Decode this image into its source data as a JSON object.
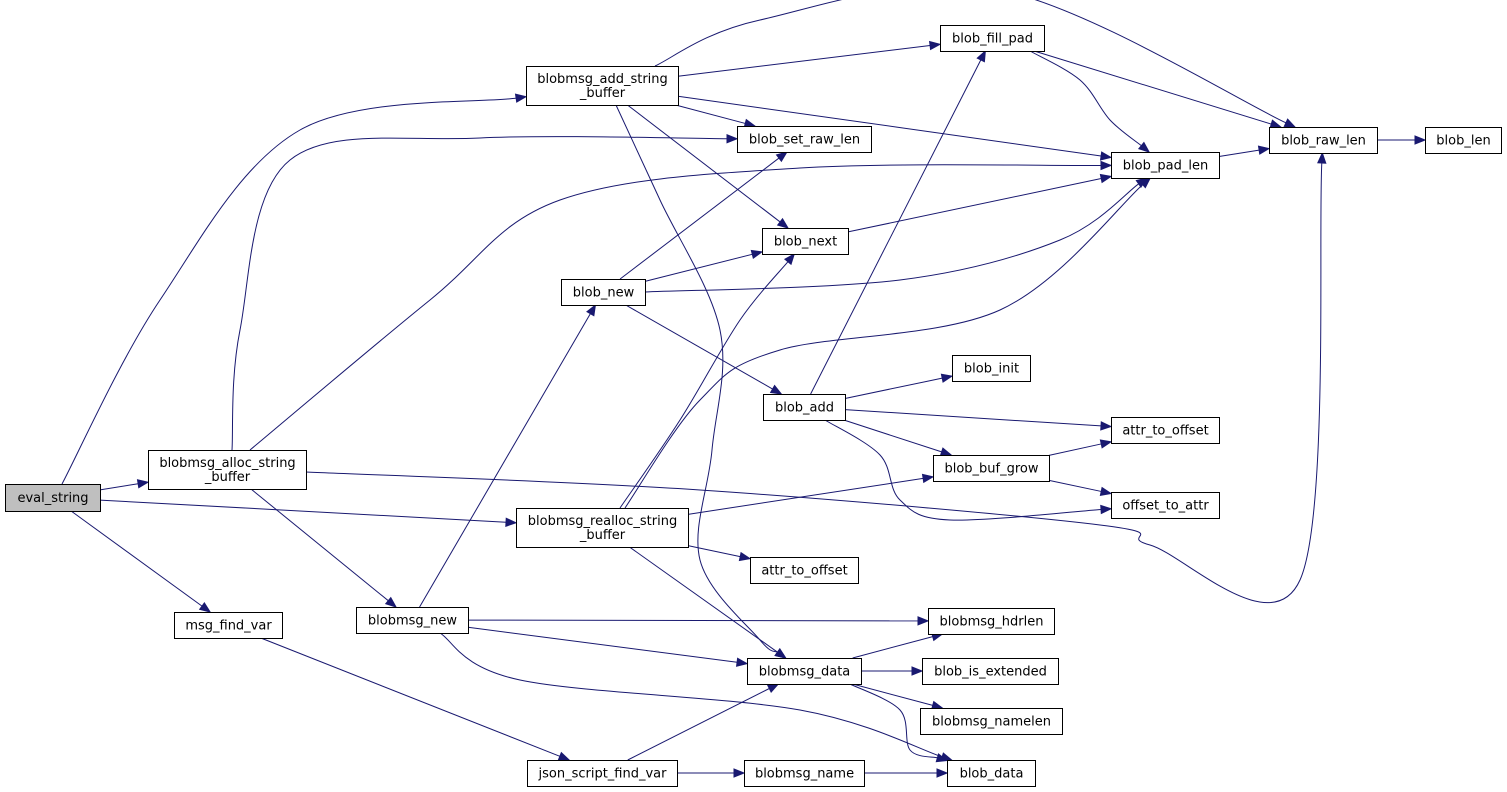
{
  "graph": {
    "nodes": [
      {
        "id": "eval_string",
        "label": [
          "eval_string"
        ],
        "root": true
      },
      {
        "id": "blobmsg_add_string_buffer",
        "label": [
          "blobmsg_add_string",
          "_buffer"
        ]
      },
      {
        "id": "blobmsg_alloc_string_buffer",
        "label": [
          "blobmsg_alloc_string",
          "_buffer"
        ]
      },
      {
        "id": "blobmsg_realloc_string_buffer",
        "label": [
          "blobmsg_realloc_string",
          "_buffer"
        ]
      },
      {
        "id": "msg_find_var",
        "label": [
          "msg_find_var"
        ]
      },
      {
        "id": "blobmsg_new",
        "label": [
          "blobmsg_new"
        ]
      },
      {
        "id": "json_script_find_var",
        "label": [
          "json_script_find_var"
        ]
      },
      {
        "id": "blob_new",
        "label": [
          "blob_new"
        ]
      },
      {
        "id": "blob_set_raw_len",
        "label": [
          "blob_set_raw_len"
        ]
      },
      {
        "id": "blob_next",
        "label": [
          "blob_next"
        ]
      },
      {
        "id": "blob_add",
        "label": [
          "blob_add"
        ]
      },
      {
        "id": "attr_to_offset_2",
        "label": [
          "attr_to_offset"
        ]
      },
      {
        "id": "blobmsg_data",
        "label": [
          "blobmsg_data"
        ]
      },
      {
        "id": "blobmsg_name",
        "label": [
          "blobmsg_name"
        ]
      },
      {
        "id": "blob_fill_pad",
        "label": [
          "blob_fill_pad"
        ]
      },
      {
        "id": "blob_init",
        "label": [
          "blob_init"
        ]
      },
      {
        "id": "blob_buf_grow",
        "label": [
          "blob_buf_grow"
        ]
      },
      {
        "id": "blobmsg_hdrlen",
        "label": [
          "blobmsg_hdrlen"
        ]
      },
      {
        "id": "blob_is_extended",
        "label": [
          "blob_is_extended"
        ]
      },
      {
        "id": "blobmsg_namelen",
        "label": [
          "blobmsg_namelen"
        ]
      },
      {
        "id": "blob_data",
        "label": [
          "blob_data"
        ]
      },
      {
        "id": "blob_pad_len",
        "label": [
          "blob_pad_len"
        ]
      },
      {
        "id": "attr_to_offset",
        "label": [
          "attr_to_offset"
        ]
      },
      {
        "id": "offset_to_attr",
        "label": [
          "offset_to_attr"
        ]
      },
      {
        "id": "blob_raw_len",
        "label": [
          "blob_raw_len"
        ]
      },
      {
        "id": "blob_len",
        "label": [
          "blob_len"
        ]
      }
    ],
    "edges": [
      {
        "from": "eval_string",
        "to": "blobmsg_add_string_buffer"
      },
      {
        "from": "eval_string",
        "to": "blobmsg_alloc_string_buffer"
      },
      {
        "from": "eval_string",
        "to": "blobmsg_realloc_string_buffer"
      },
      {
        "from": "eval_string",
        "to": "msg_find_var"
      },
      {
        "from": "blobmsg_add_string_buffer",
        "to": "blob_fill_pad"
      },
      {
        "from": "blobmsg_add_string_buffer",
        "to": "blob_raw_len"
      },
      {
        "from": "blobmsg_add_string_buffer",
        "to": "blob_pad_len"
      },
      {
        "from": "blobmsg_add_string_buffer",
        "to": "blob_set_raw_len"
      },
      {
        "from": "blobmsg_add_string_buffer",
        "to": "blob_next"
      },
      {
        "from": "blobmsg_add_string_buffer",
        "to": "blobmsg_data"
      },
      {
        "from": "blobmsg_alloc_string_buffer",
        "to": "blob_set_raw_len"
      },
      {
        "from": "blobmsg_alloc_string_buffer",
        "to": "blob_pad_len"
      },
      {
        "from": "blobmsg_alloc_string_buffer",
        "to": "blob_raw_len"
      },
      {
        "from": "blobmsg_alloc_string_buffer",
        "to": "blobmsg_new"
      },
      {
        "from": "blobmsg_realloc_string_buffer",
        "to": "blob_next"
      },
      {
        "from": "blobmsg_realloc_string_buffer",
        "to": "blob_pad_len"
      },
      {
        "from": "blobmsg_realloc_string_buffer",
        "to": "blob_buf_grow"
      },
      {
        "from": "blobmsg_realloc_string_buffer",
        "to": "attr_to_offset_2"
      },
      {
        "from": "blobmsg_realloc_string_buffer",
        "to": "blobmsg_data"
      },
      {
        "from": "msg_find_var",
        "to": "json_script_find_var"
      },
      {
        "from": "blobmsg_new",
        "to": "blob_new"
      },
      {
        "from": "blobmsg_new",
        "to": "blobmsg_hdrlen"
      },
      {
        "from": "blobmsg_new",
        "to": "blobmsg_data"
      },
      {
        "from": "blobmsg_new",
        "to": "blob_data"
      },
      {
        "from": "json_script_find_var",
        "to": "blobmsg_data"
      },
      {
        "from": "json_script_find_var",
        "to": "blobmsg_name"
      },
      {
        "from": "blob_new",
        "to": "blob_set_raw_len"
      },
      {
        "from": "blob_new",
        "to": "blob_next"
      },
      {
        "from": "blob_new",
        "to": "blob_pad_len"
      },
      {
        "from": "blob_new",
        "to": "blob_add"
      },
      {
        "from": "blob_next",
        "to": "blob_pad_len"
      },
      {
        "from": "blob_add",
        "to": "blob_fill_pad"
      },
      {
        "from": "blob_add",
        "to": "blob_init"
      },
      {
        "from": "blob_add",
        "to": "attr_to_offset"
      },
      {
        "from": "blob_add",
        "to": "blob_buf_grow"
      },
      {
        "from": "blob_add",
        "to": "offset_to_attr"
      },
      {
        "from": "blobmsg_data",
        "to": "blobmsg_hdrlen"
      },
      {
        "from": "blobmsg_data",
        "to": "blob_is_extended"
      },
      {
        "from": "blobmsg_data",
        "to": "blobmsg_namelen"
      },
      {
        "from": "blobmsg_data",
        "to": "blob_data"
      },
      {
        "from": "blobmsg_name",
        "to": "blob_data"
      },
      {
        "from": "blob_fill_pad",
        "to": "blob_pad_len"
      },
      {
        "from": "blob_fill_pad",
        "to": "blob_raw_len"
      },
      {
        "from": "blob_buf_grow",
        "to": "attr_to_offset"
      },
      {
        "from": "blob_buf_grow",
        "to": "offset_to_attr"
      },
      {
        "from": "blob_pad_len",
        "to": "blob_raw_len"
      },
      {
        "from": "blob_raw_len",
        "to": "blob_len"
      }
    ]
  }
}
